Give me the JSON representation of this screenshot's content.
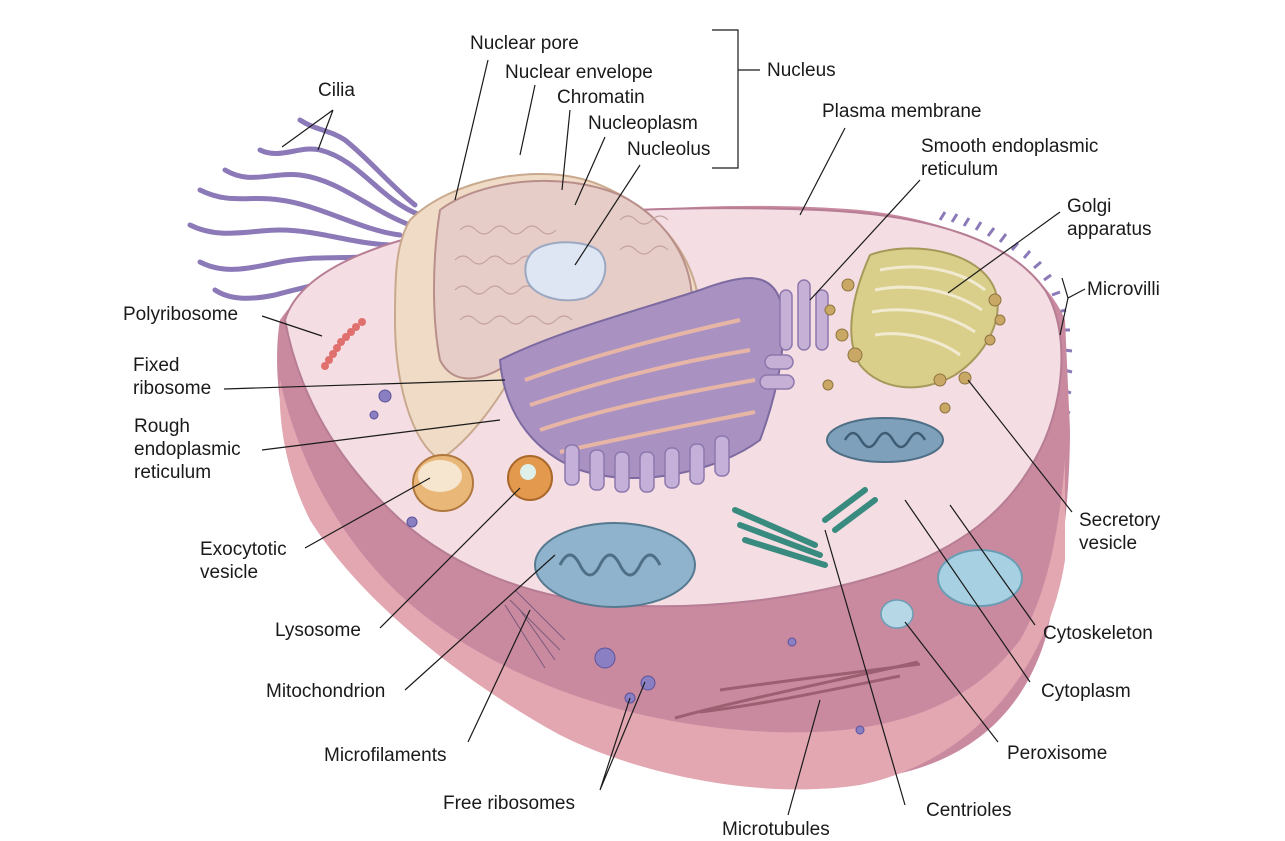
{
  "labels": {
    "cilia": "Cilia",
    "nuclear_pore": "Nuclear pore",
    "nuclear_envelope": "Nuclear envelope",
    "chromatin": "Chromatin",
    "nucleoplasm": "Nucleoplasm",
    "nucleolus": "Nucleolus",
    "nucleus": "Nucleus",
    "plasma_membrane": "Plasma membrane",
    "smooth_er": "Smooth endoplasmic\nreticulum",
    "golgi": "Golgi\napparatus",
    "microvilli": "Microvilli",
    "polyribosome": "Polyribosome",
    "fixed_ribosome": "Fixed\nribosome",
    "rough_er": "Rough\nendoplasmic\nreticulum",
    "exocytotic_vesicle": "Exocytotic\nvesicle",
    "lysosome": "Lysosome",
    "mitochondrion": "Mitochondrion",
    "microfilaments": "Microfilaments",
    "free_ribosomes": "Free ribosomes",
    "microtubules": "Microtubules",
    "centrioles": "Centrioles",
    "peroxisome": "Peroxisome",
    "cytoplasm": "Cytoplasm",
    "cytoskeleton": "Cytoskeleton",
    "secretory_vesicle": "Secretory\nvesicle"
  },
  "colors": {
    "cell_outer": "#c98aa0",
    "cell_side": "#a784b6",
    "cytoplasm": "#f4dde3",
    "nucleus": "#e9cfc9",
    "rough_er": "#9f86bd",
    "golgi": "#c9bd6a",
    "cilia": "#8b79b8",
    "mitochondrion": "#6f97b4",
    "lysosome": "#e0a866",
    "centriole": "#4fa89a"
  }
}
